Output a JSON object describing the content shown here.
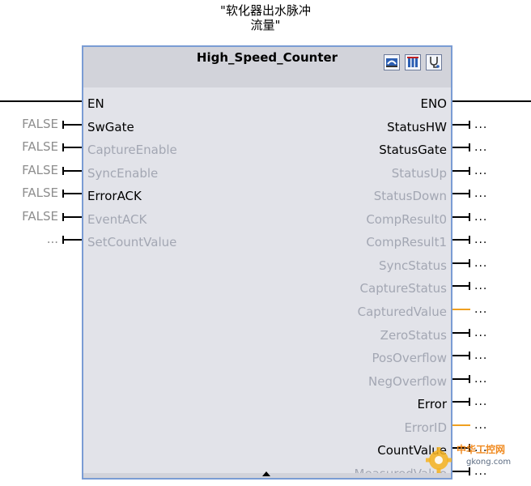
{
  "instance_name_line1": "\"软化器出水脉冲",
  "instance_name_line2": "流量\"",
  "block": {
    "title": "High_Speed_Counter",
    "icons": [
      "hardware-config-icon",
      "parameter-settings-icon",
      "diagnostics-icon"
    ]
  },
  "inputs": [
    {
      "name": "EN",
      "value": "",
      "active": true
    },
    {
      "name": "SwGate",
      "value": "FALSE",
      "active": true
    },
    {
      "name": "CaptureEnable",
      "value": "FALSE",
      "active": false
    },
    {
      "name": "SyncEnable",
      "value": "FALSE",
      "active": false
    },
    {
      "name": "ErrorACK",
      "value": "FALSE",
      "active": true
    },
    {
      "name": "EventACK",
      "value": "FALSE",
      "active": false
    },
    {
      "name": "SetCountValue",
      "value": "...",
      "active": false
    }
  ],
  "outputs": [
    {
      "name": "ENO",
      "active": true
    },
    {
      "name": "StatusHW",
      "active": true
    },
    {
      "name": "StatusGate",
      "active": true
    },
    {
      "name": "StatusUp",
      "active": false
    },
    {
      "name": "StatusDown",
      "active": false
    },
    {
      "name": "CompResult0",
      "active": false
    },
    {
      "name": "CompResult1",
      "active": false
    },
    {
      "name": "SyncStatus",
      "active": false
    },
    {
      "name": "CaptureStatus",
      "active": false
    },
    {
      "name": "CapturedValue",
      "active": false
    },
    {
      "name": "ZeroStatus",
      "active": false
    },
    {
      "name": "PosOverflow",
      "active": false
    },
    {
      "name": "NegOverflow",
      "active": false
    },
    {
      "name": "Error",
      "active": true
    },
    {
      "name": "ErrorID",
      "active": false
    },
    {
      "name": "CountValue",
      "active": true
    },
    {
      "name": "MeasuredValue",
      "active": false
    }
  ],
  "output_placeholder": "...",
  "colors": {
    "block_border": "#7a9cd4",
    "block_body": "#e2e3e9",
    "block_header": "#d2d3da",
    "inactive_text": "#a3a7b3",
    "word_wire": "#f0a020"
  },
  "watermark": {
    "line1": "中华工控网",
    "line2": "gkong.com"
  }
}
